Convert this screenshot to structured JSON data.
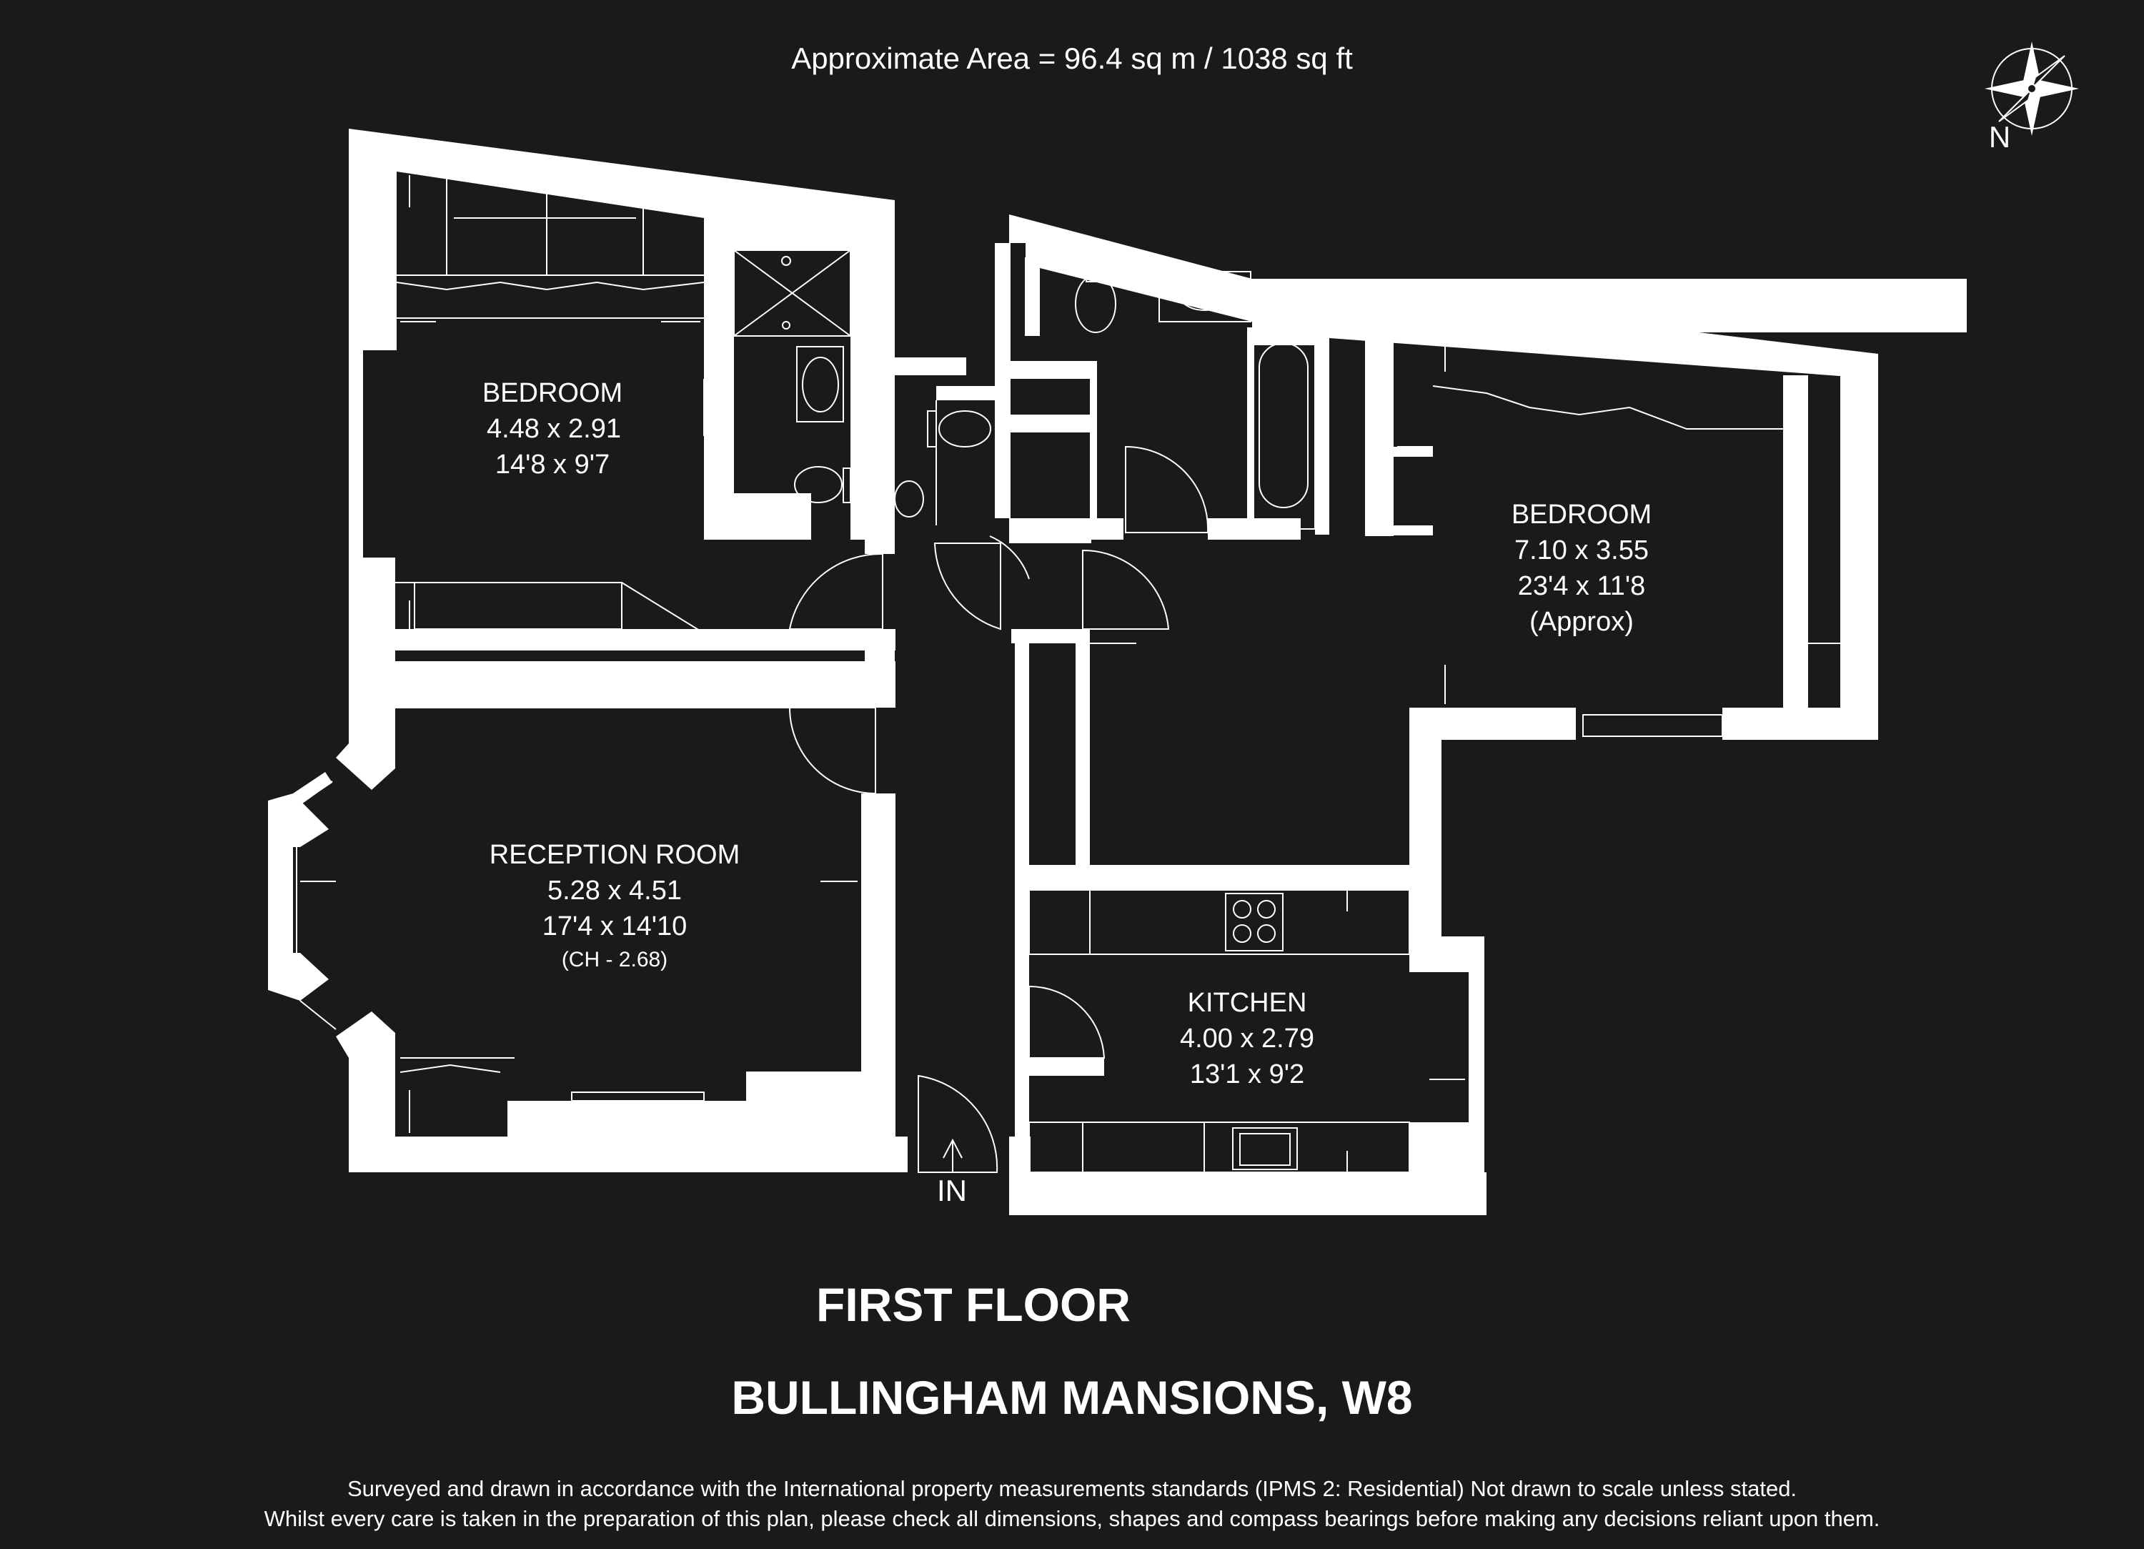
{
  "header": {
    "area_text": "Approximate Area = 96.4 sq m / 1038 sq ft"
  },
  "compass": {
    "label": "N",
    "icon": "compass-rose-icon"
  },
  "rooms": [
    {
      "id": "bedroom-1",
      "name": "BEDROOM",
      "metric": "4.48 x 2.91",
      "imperial": "14'8 x 9'7",
      "note": ""
    },
    {
      "id": "bedroom-2",
      "name": "BEDROOM",
      "metric": "7.10 x 3.55",
      "imperial": "23'4 x 11'8",
      "note": "(Approx)"
    },
    {
      "id": "reception",
      "name": "RECEPTION ROOM",
      "metric": "5.28 x 4.51",
      "imperial": "17'4 x 14'10",
      "note": "(CH - 2.68)"
    },
    {
      "id": "kitchen",
      "name": "KITCHEN",
      "metric": "4.00 x 2.79",
      "imperial": "13'1 x 9'2",
      "note": ""
    }
  ],
  "entrance": {
    "label": "IN"
  },
  "footer": {
    "floor": "FIRST FLOOR",
    "building": "BULLINGHAM MANSIONS, W8",
    "disclaimer_1": "Surveyed and drawn in accordance with the International property measurements standards (IPMS 2: Residential) Not drawn to scale unless stated.",
    "disclaimer_2": "Whilst every care is taken in the preparation of this plan, please check all dimensions, shapes and compass bearings before making any decisions reliant upon them."
  },
  "colors": {
    "background": "#1a1a1a",
    "walls": "#ffffff",
    "text": "#ffffff"
  }
}
